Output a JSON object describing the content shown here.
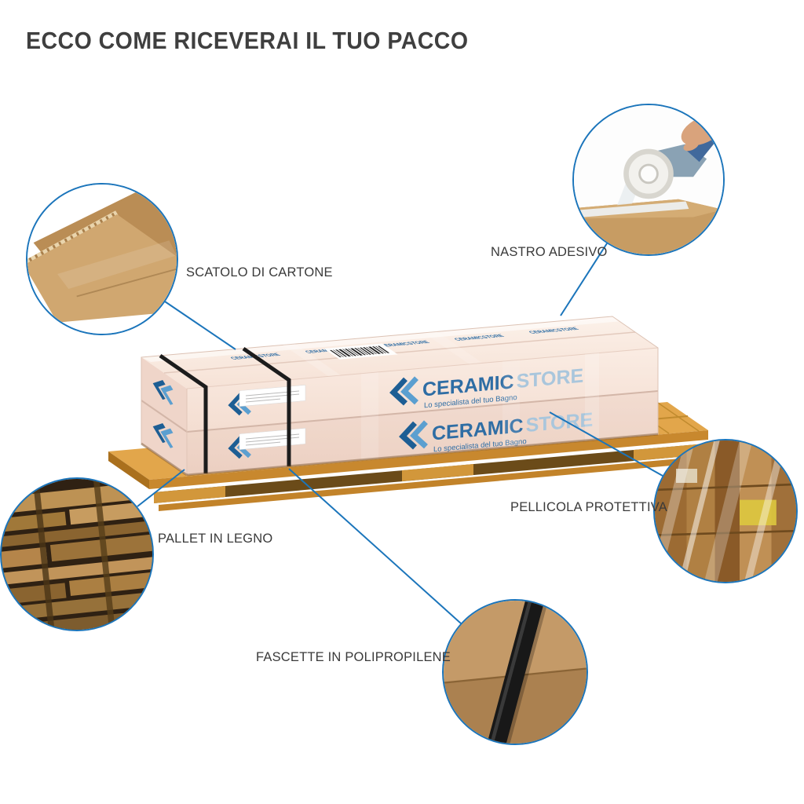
{
  "title": "ECCO COME RICEVERAI IL TUO PACCO",
  "callouts": {
    "cardboard": {
      "label": "SCATOLO DI CARTONE"
    },
    "tape": {
      "label": "NASTRO ADESIVO"
    },
    "pallet": {
      "label": "PALLET IN LEGNO"
    },
    "film": {
      "label": "PELLICOLA PROTETTIVA"
    },
    "straps": {
      "label": "FASCETTE IN POLIPROPILENE"
    }
  },
  "brand": {
    "name_primary": "CERAMIC",
    "name_secondary": "STORE",
    "tagline": "Lo specialista del tuo Bagno",
    "compact": "CERAMICSTORE"
  },
  "colors": {
    "accent_blue": "#1b75bb",
    "brand_blue": "#2e6da4",
    "pallet_orange": "#e2a64b",
    "box_cream": "#f8e8df",
    "strap_black": "#1c1c1c",
    "cardboard_tan": "#c79c63"
  }
}
